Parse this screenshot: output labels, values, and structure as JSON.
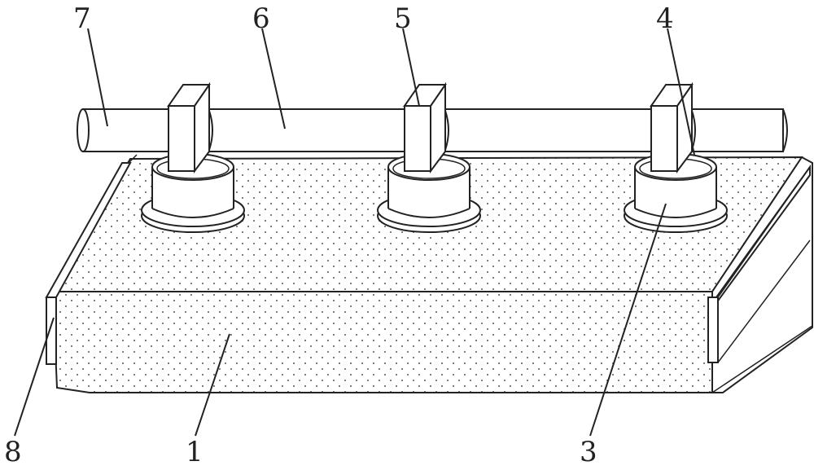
{
  "figure": {
    "callouts": [
      {
        "id": "label-1",
        "text": "1"
      },
      {
        "id": "label-3",
        "text": "3"
      },
      {
        "id": "label-4",
        "text": "4"
      },
      {
        "id": "label-5",
        "text": "5"
      },
      {
        "id": "label-6",
        "text": "6"
      },
      {
        "id": "label-7",
        "text": "7"
      },
      {
        "id": "label-8",
        "text": "8"
      }
    ]
  },
  "colors": {
    "stroke": "#222222",
    "fill": "#ffffff",
    "dots": "#555555"
  }
}
